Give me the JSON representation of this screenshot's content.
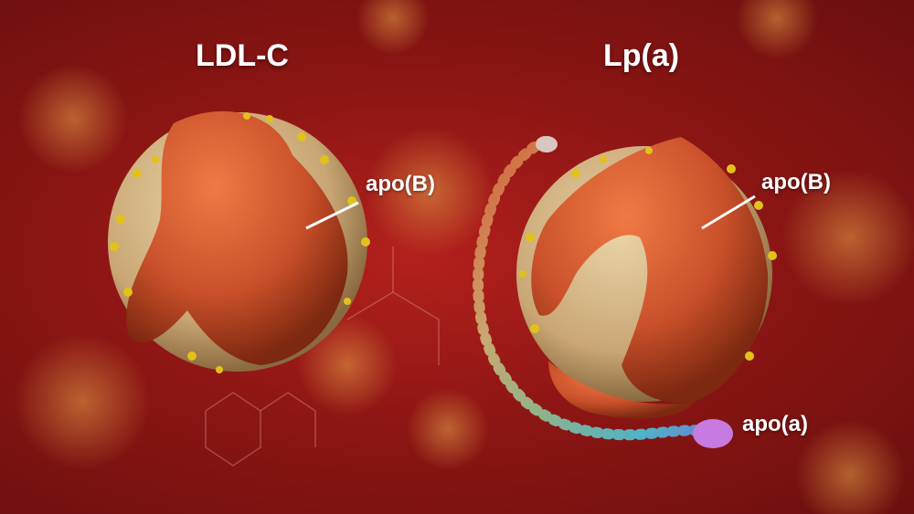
{
  "labels": {
    "left_title": "LDL-C",
    "right_title": "Lp(a)",
    "left_apob": "apo(B)",
    "right_apob": "apo(B)",
    "apoa": "apo(a)"
  },
  "colors": {
    "background": "#a01b18",
    "lipid_core": "#d8b98a",
    "apob_protein": "#c9502a",
    "phospholipid_dots": "#e2c21a",
    "apoa_tail": "#4fb3c8",
    "apoa_head": "#c77be0"
  }
}
